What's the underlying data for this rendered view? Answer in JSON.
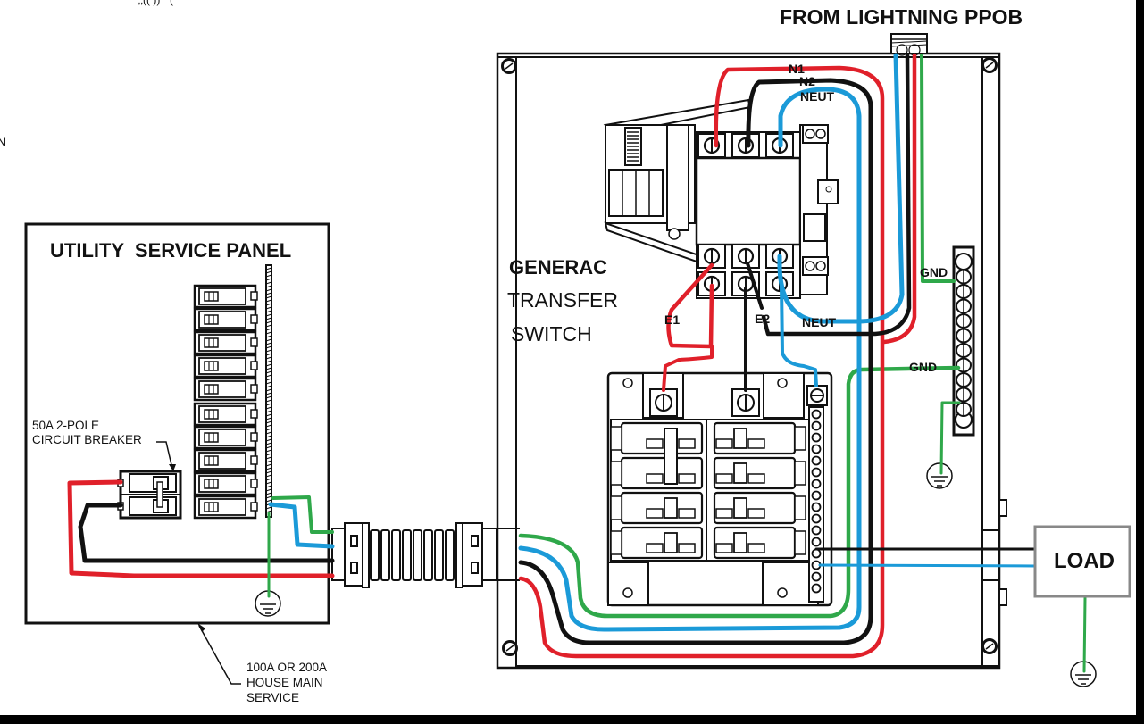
{
  "header": {
    "title": "FROM LIGHTNING PPOB"
  },
  "utility_panel": {
    "title": "UTILITY  SERVICE PANEL",
    "breaker_label_line1": "50A 2-POLE",
    "breaker_label_line2": "CIRCUIT BREAKER",
    "main_label_line1": "100A OR 200A",
    "main_label_line2": "HOUSE MAIN",
    "main_label_line3": "SERVICE",
    "breaker_count": 10
  },
  "transfer_switch": {
    "brand": "GENERAC",
    "line2": "TRANSFER",
    "line3": "SWITCH",
    "terminal_labels": {
      "n1": "N1",
      "n2": "N2",
      "neut_top": "NEUT",
      "e1": "E1",
      "e2": "E2",
      "neut_bottom": "NEUT",
      "gnd_top": "GND",
      "gnd_mid": "GND"
    },
    "breaker_rows": 4
  },
  "load": {
    "label": "LOAD"
  },
  "edge_fragment": {
    "left_char": "N"
  },
  "wire_colors": {
    "hot1": "#e0202a",
    "hot2": "#111111",
    "neutral": "#1b9ad8",
    "ground": "#2fa84a"
  }
}
